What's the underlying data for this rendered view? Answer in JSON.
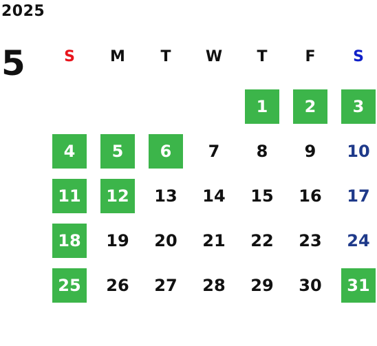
{
  "header": {
    "year": "2025",
    "month": "5"
  },
  "weekdays": [
    "S",
    "M",
    "T",
    "W",
    "T",
    "F",
    "S"
  ],
  "colors": {
    "highlight": "#3cb54a",
    "sunday_header": "#e8141c",
    "saturday_header": "#1020c8",
    "saturday_date": "#1f3a8a"
  },
  "days": [
    {
      "label": "1",
      "highlighted": true
    },
    {
      "label": "2",
      "highlighted": true
    },
    {
      "label": "3",
      "highlighted": true
    },
    {
      "label": "4",
      "highlighted": true
    },
    {
      "label": "5",
      "highlighted": true
    },
    {
      "label": "6",
      "highlighted": true
    },
    {
      "label": "7",
      "highlighted": false
    },
    {
      "label": "8",
      "highlighted": false
    },
    {
      "label": "9",
      "highlighted": false
    },
    {
      "label": "10",
      "highlighted": false
    },
    {
      "label": "11",
      "highlighted": true
    },
    {
      "label": "12",
      "highlighted": true
    },
    {
      "label": "13",
      "highlighted": false
    },
    {
      "label": "14",
      "highlighted": false
    },
    {
      "label": "15",
      "highlighted": false
    },
    {
      "label": "16",
      "highlighted": false
    },
    {
      "label": "17",
      "highlighted": false
    },
    {
      "label": "18",
      "highlighted": true
    },
    {
      "label": "19",
      "highlighted": false
    },
    {
      "label": "20",
      "highlighted": false
    },
    {
      "label": "21",
      "highlighted": false
    },
    {
      "label": "22",
      "highlighted": false
    },
    {
      "label": "23",
      "highlighted": false
    },
    {
      "label": "24",
      "highlighted": false
    },
    {
      "label": "25",
      "highlighted": true
    },
    {
      "label": "26",
      "highlighted": false
    },
    {
      "label": "27",
      "highlighted": false
    },
    {
      "label": "28",
      "highlighted": false
    },
    {
      "label": "29",
      "highlighted": false
    },
    {
      "label": "30",
      "highlighted": false
    },
    {
      "label": "31",
      "highlighted": true
    }
  ]
}
